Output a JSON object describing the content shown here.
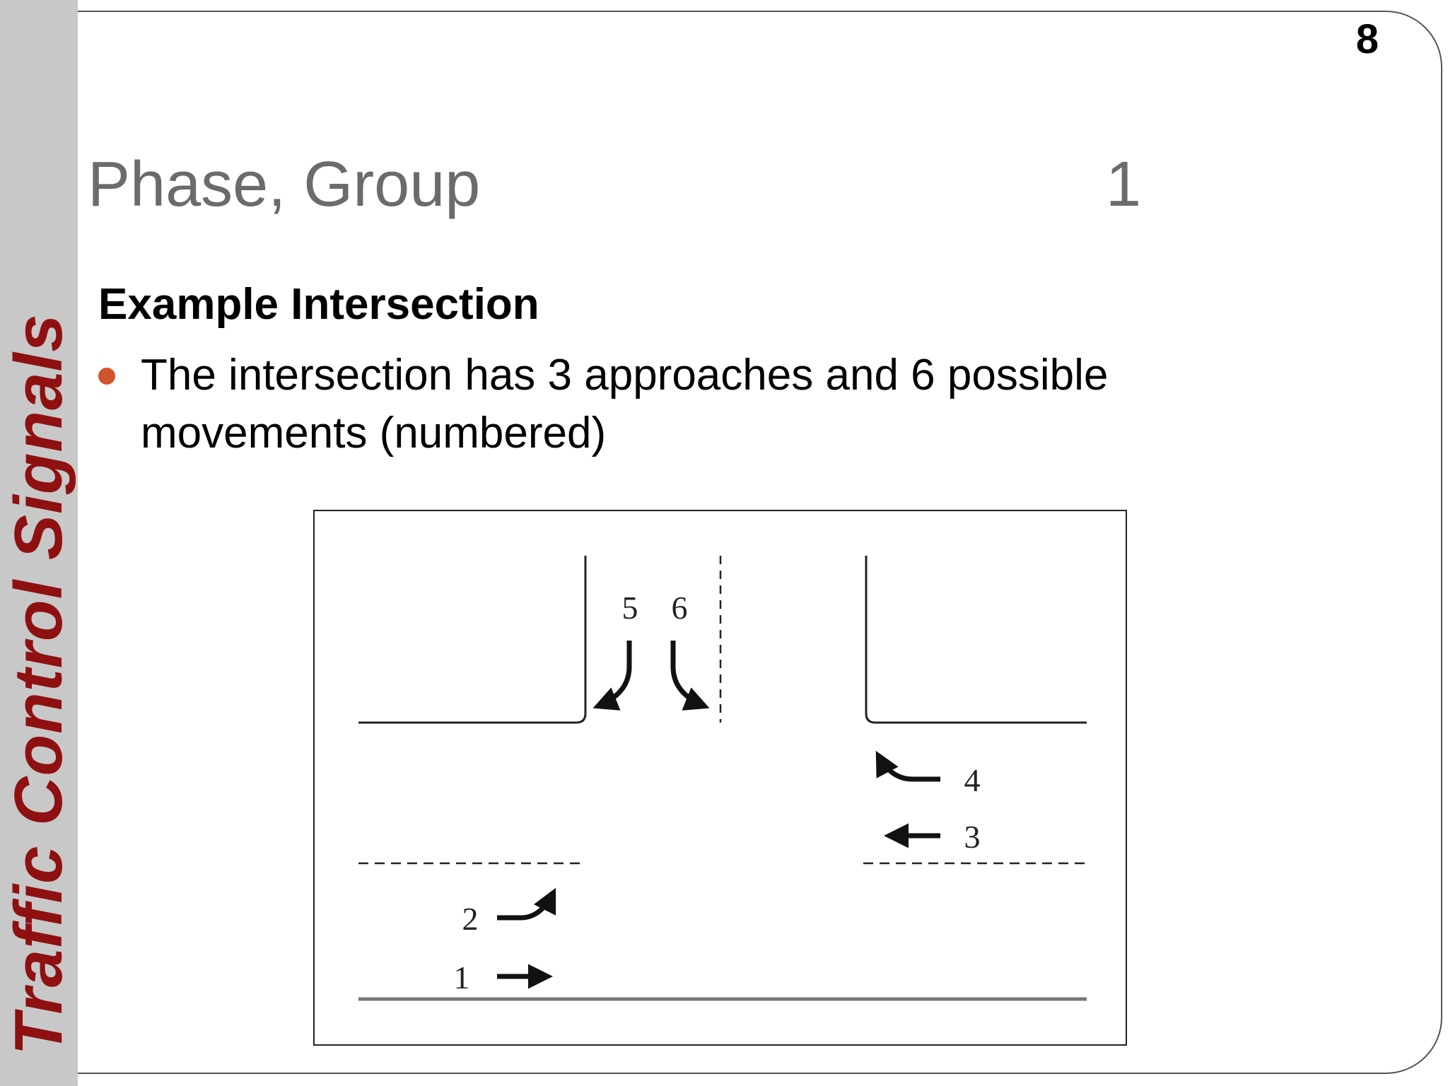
{
  "sidebar": {
    "title": "Traffic Control Signals"
  },
  "page_number": "8",
  "title": {
    "left": "Phase, Group",
    "right": "1"
  },
  "subtitle": "Example Intersection",
  "bullets": [
    {
      "text": "The intersection has 3 approaches and 6 possible movements (numbered)"
    }
  ],
  "diagram": {
    "movement_labels": [
      "1",
      "2",
      "3",
      "4",
      "5",
      "6"
    ]
  },
  "colors": {
    "accent": "#8e1010",
    "bullet": "#d0542a",
    "title_gray": "#6b6b6b"
  }
}
